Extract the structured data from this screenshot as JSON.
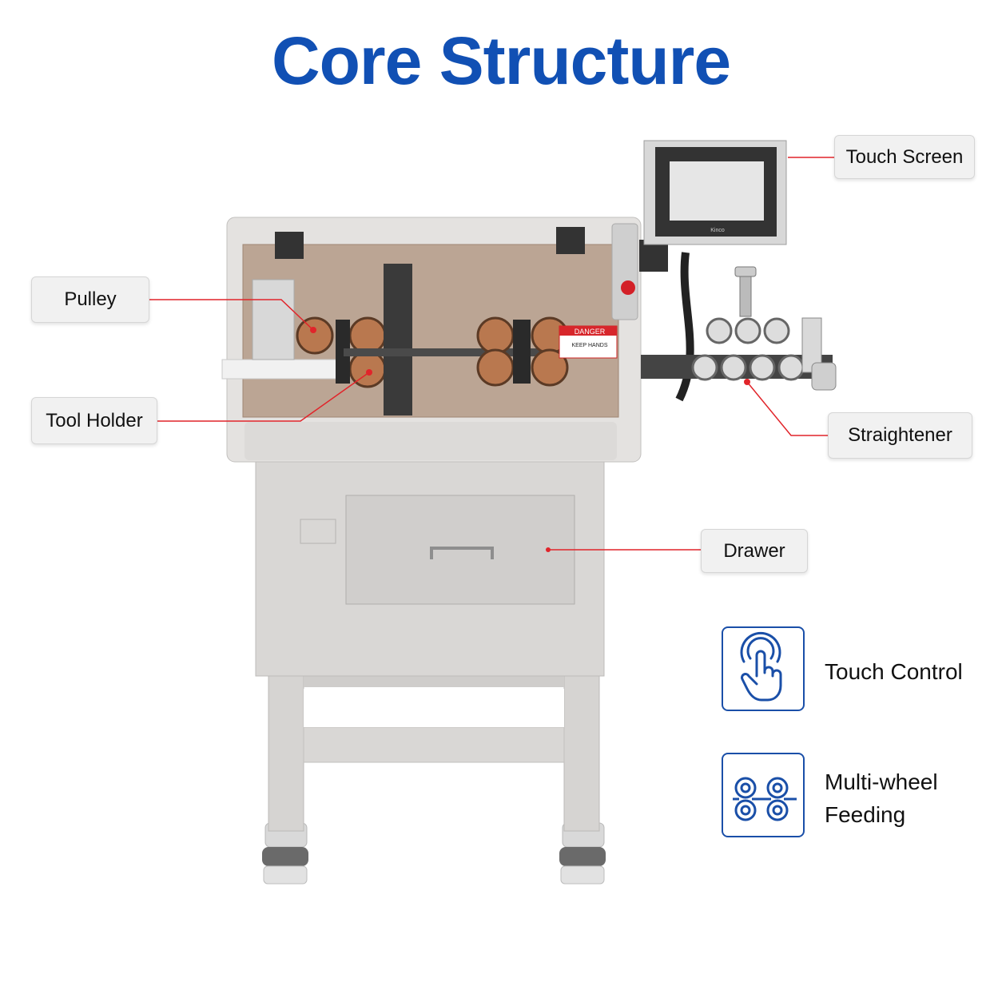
{
  "title": "Core Structure",
  "colors": {
    "title": "#1150b4",
    "leader_line": "#e1242a",
    "icon_blue": "#1a4fa8"
  },
  "callouts": {
    "touch_screen": "Touch Screen",
    "pulley": "Pulley",
    "tool_holder": "Tool Holder",
    "straightener": "Straightener",
    "drawer": "Drawer"
  },
  "machine": {
    "warning_label": "DANGER",
    "warning_text": "KEEP HANDS",
    "screen_brand": "Kinco"
  },
  "features": [
    {
      "label": "Touch Control",
      "icon": "touch-finger-icon"
    },
    {
      "label_line1": "Multi-wheel",
      "label_line2": "Feeding",
      "icon": "multi-wheel-icon"
    }
  ]
}
